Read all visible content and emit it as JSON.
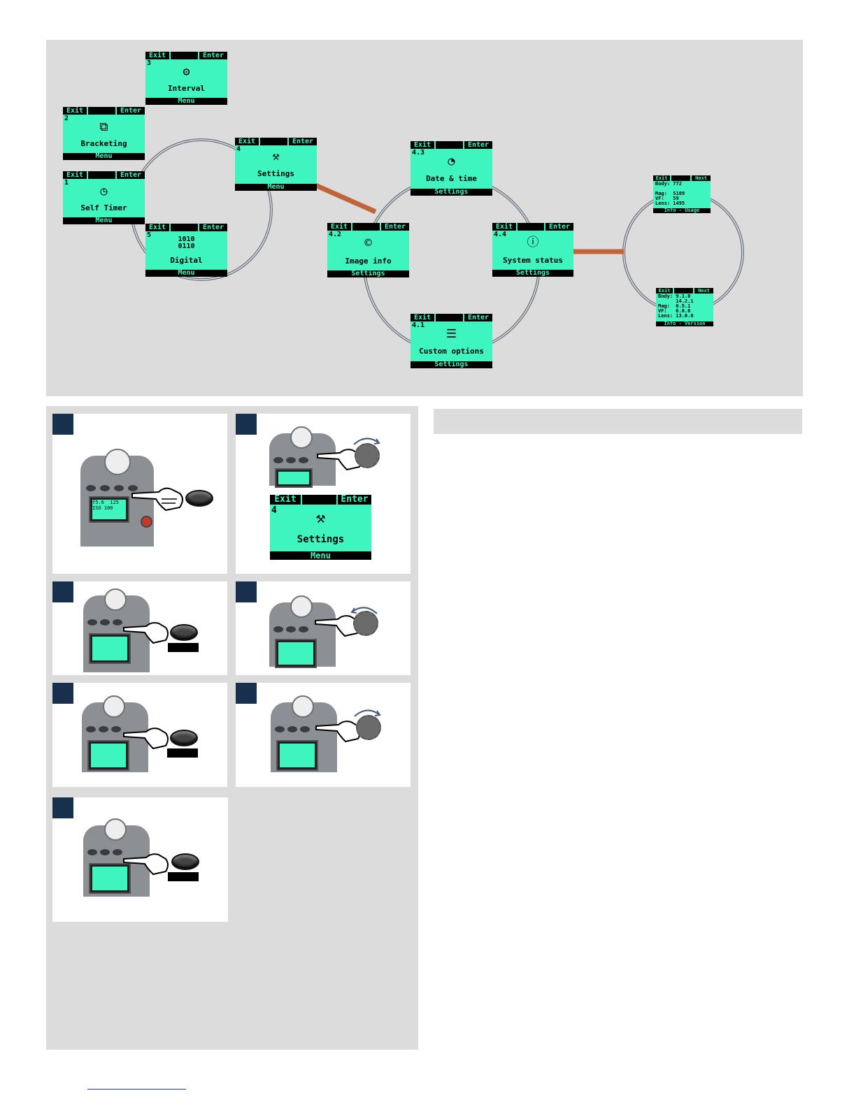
{
  "lcd": {
    "exit": "Exit",
    "enter": "Enter",
    "next": "Next",
    "menu": "Menu",
    "settings_footer": "Settings"
  },
  "menu_items": {
    "interval": {
      "num": "3",
      "label": "Interval"
    },
    "bracketing": {
      "num": "2",
      "label": "Bracketing"
    },
    "self_timer": {
      "num": "1",
      "label": "Self Timer"
    },
    "digital": {
      "num": "5",
      "label": "Digital"
    },
    "settings": {
      "num": "4",
      "label": "Settings"
    }
  },
  "settings_items": {
    "date_time": {
      "num": "4.3",
      "label": "Date & time"
    },
    "image_info": {
      "num": "4.2",
      "label": "Image info"
    },
    "system_status": {
      "num": "4.4",
      "label": "System status"
    },
    "custom_options": {
      "num": "4.1",
      "label": "Custom options"
    }
  },
  "info_usage": {
    "lines": "Body: 772\n\nMag:  5109\nVF:   59\nLens: 1495",
    "footer": "Info - Usage"
  },
  "info_version": {
    "lines": "Body: 9.1.0\n      14.2.1\nMag:  0.5.1\nVF:   6.6.0\nLens: 13.0.0",
    "footer": "Info - Version"
  },
  "step2_lcd": {
    "num": "4",
    "label": "Settings"
  },
  "step1_screen": {
    "lines": "f5.6  125\nISO 100"
  },
  "colors": {
    "lcd_green": "#3ef5c0",
    "connector": "#c0643a",
    "badge": "#17304d",
    "panel_gray": "#dcdcdc"
  }
}
